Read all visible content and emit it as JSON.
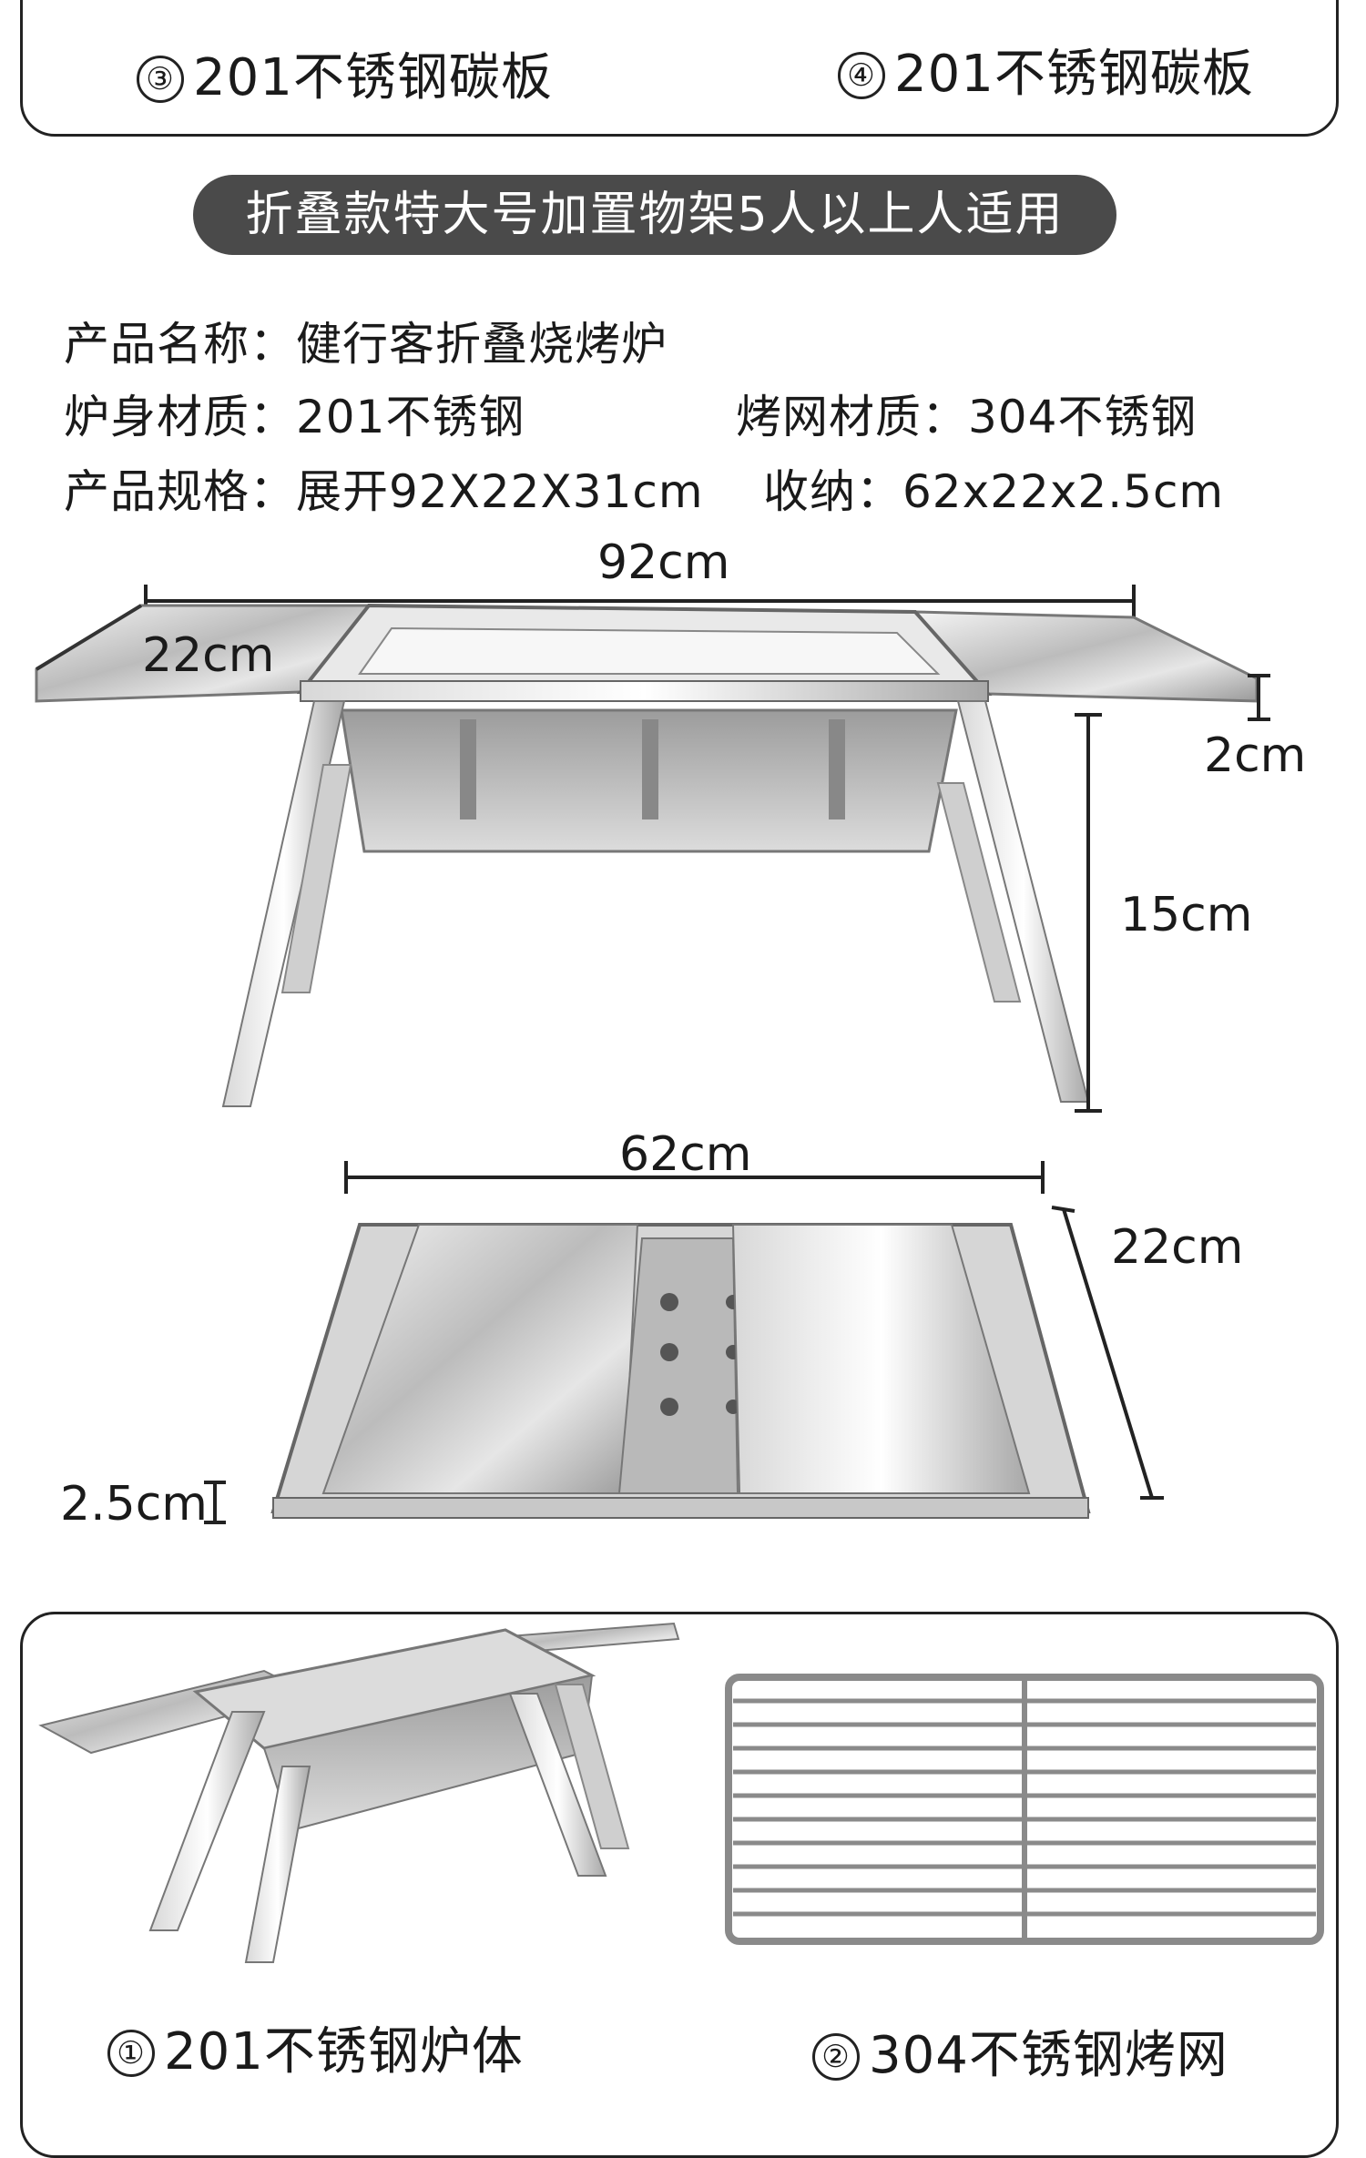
{
  "top_captions": [
    {
      "num": "③",
      "text": "201不锈钢碳板"
    },
    {
      "num": "④",
      "text": "201不锈钢碳板"
    }
  ],
  "banner": "折叠款特大号加置物架5人以上人适用",
  "specs": {
    "name_label": "产品名称：",
    "name_value": "健行客折叠烧烤炉",
    "body_label": "炉身材质：",
    "body_value": "201不锈钢",
    "grill_label": "烤网材质：",
    "grill_value": "304不锈钢",
    "size_label": "产品规格：",
    "size_value": "展开92X22X31cm",
    "storage_label": "收纳：",
    "storage_value": "62x22x2.5cm"
  },
  "dimensions": {
    "expanded_length": "92cm",
    "expanded_depth": "22cm",
    "tray_height": "2cm",
    "leg_height": "15cm",
    "folded_length": "62cm",
    "folded_depth": "22cm",
    "folded_thickness": "2.5cm"
  },
  "bottom_captions": [
    {
      "num": "①",
      "text": "201不锈钢炉体"
    },
    {
      "num": "②",
      "text": "304不锈钢烤网"
    }
  ]
}
